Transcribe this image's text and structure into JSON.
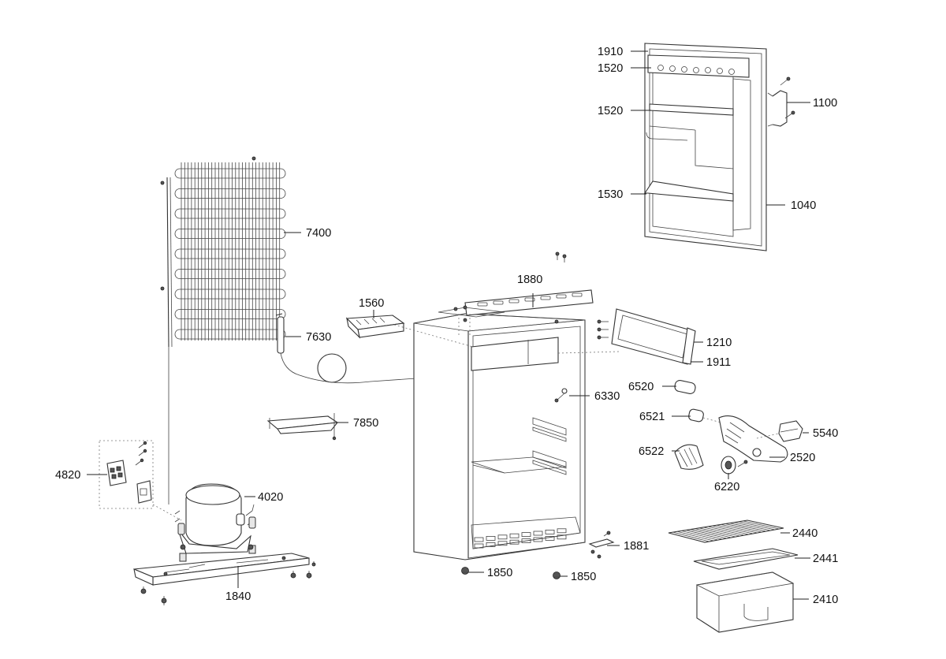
{
  "diagram": {
    "labels": {
      "p1910": "1910",
      "p1520a": "1520",
      "p1520b": "1520",
      "p1530": "1530",
      "p1100": "1100",
      "p1040": "1040",
      "p7400": "7400",
      "p7630": "7630",
      "p1560": "1560",
      "p1880": "1880",
      "p1210": "1210",
      "p1911": "1911",
      "p6520": "6520",
      "p6330": "6330",
      "p6521": "6521",
      "p5540": "5540",
      "p6522": "6522",
      "p2520": "2520",
      "p6220": "6220",
      "p7850": "7850",
      "p4820": "4820",
      "p4020": "4020",
      "p2440": "2440",
      "p1881": "1881",
      "p2441": "2441",
      "p1850a": "1850",
      "p1850b": "1850",
      "p2410": "2410",
      "p1840": "1840"
    }
  }
}
